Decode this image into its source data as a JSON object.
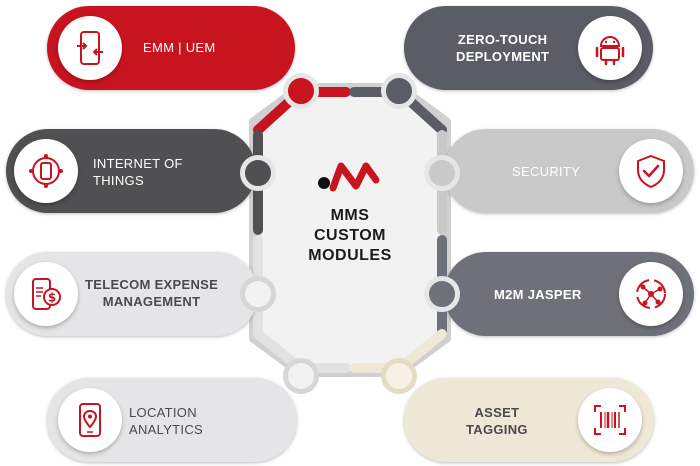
{
  "hub": {
    "title": "MMS\nCUSTOM\nMODULES"
  },
  "modules": {
    "emm": {
      "label": "EMM | UEM",
      "icon": "phone-sync-icon"
    },
    "zero_touch": {
      "label": "ZERO-TOUCH\nDEPLOYMENT",
      "icon": "android-icon"
    },
    "iot": {
      "label": "INTERNET OF\nTHINGS",
      "icon": "iot-device-icon"
    },
    "security": {
      "label": "SECURITY",
      "icon": "shield-check-icon"
    },
    "telecom": {
      "label": "TELECOM EXPENSE\nMANAGEMENT",
      "icon": "phone-dollar-icon"
    },
    "m2m": {
      "label": "M2M JASPER",
      "icon": "network-node-icon"
    },
    "location": {
      "label": "LOCATION\nANALYTICS",
      "icon": "phone-location-icon"
    },
    "asset": {
      "label": "ASSET\nTAGGING",
      "icon": "barcode-icon"
    }
  },
  "colors": {
    "red": "#c8141e",
    "dark_gray": "#5a5c66",
    "charcoal": "#505052",
    "light_gray": "#c9c9c9",
    "pale_gray": "#e5e5e7",
    "slate": "#6f717a",
    "cream": "#efe8d6",
    "hub_fill": "#f1f1f1"
  }
}
